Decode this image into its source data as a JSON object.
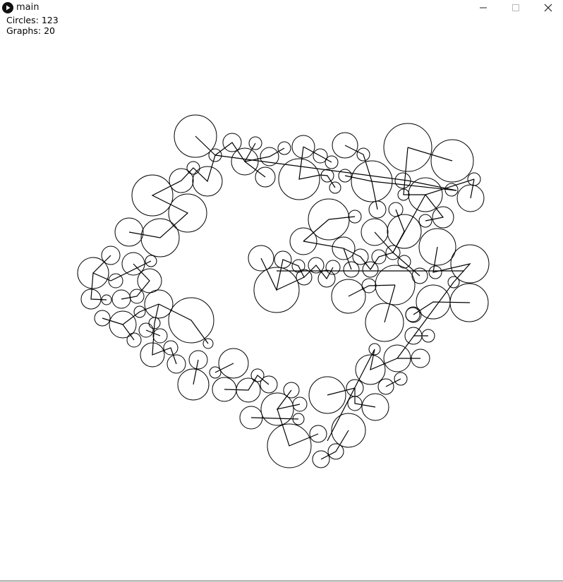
{
  "window": {
    "title": "main",
    "app_icon": "play-icon",
    "controls": [
      "minimize-icon",
      "maximize-icon",
      "close-icon"
    ]
  },
  "hud": {
    "circles_label": "Circles:",
    "circles_value": "123",
    "graphs_label": "Graphs:",
    "graphs_value": "20"
  },
  "colors": {
    "background": "#ffffff",
    "stroke": "#000000"
  }
}
